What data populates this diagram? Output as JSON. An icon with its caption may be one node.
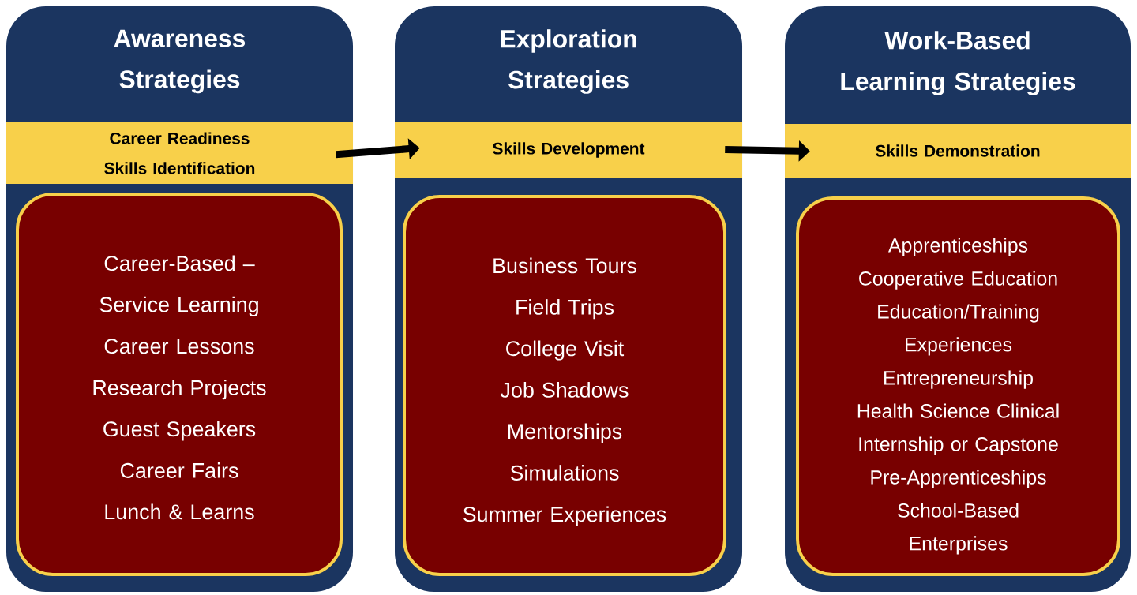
{
  "diagram": {
    "nodes": [
      {
        "text": [
          "Awareness Strategies"
        ]
      },
      {
        "text": [
          "Career Readiness Skills Identification"
        ],
        "in": 0
      },
      {
        "text": [
          "Career-Based – Service Learning",
          "Career Lessons",
          "Research Projects",
          "Guest Speakers",
          "Career Fairs",
          "Lunch & Learns"
        ],
        "in": 0
      },
      {
        "text": [
          "Exploration Strategies"
        ]
      },
      {
        "text": [
          "Skills Development"
        ],
        "in": 3
      },
      {
        "text": [
          "Business Tours",
          "Field Trips",
          "College Visit",
          "Job Shadows",
          "Mentorships",
          "Simulations",
          "Summer Experiences"
        ],
        "in": 3
      },
      {
        "text": [
          "Work-Based Learning Strategies"
        ]
      },
      {
        "text": [
          "Skills Demonstration"
        ],
        "in": 6
      },
      {
        "text": [
          "Apprenticeships",
          "Cooperative Education",
          "Education/Training Experiences",
          "Entrepreneurship",
          "Health Science Clinical",
          "Internship or Capstone",
          "Pre-Apprenticeships",
          "School-Based Enterprises"
        ],
        "in": 6
      }
    ],
    "edges": [
      {
        "from": 1,
        "to": 4,
        "arrow": "to"
      },
      {
        "from": 4,
        "to": 7,
        "arrow": "to"
      }
    ]
  }
}
